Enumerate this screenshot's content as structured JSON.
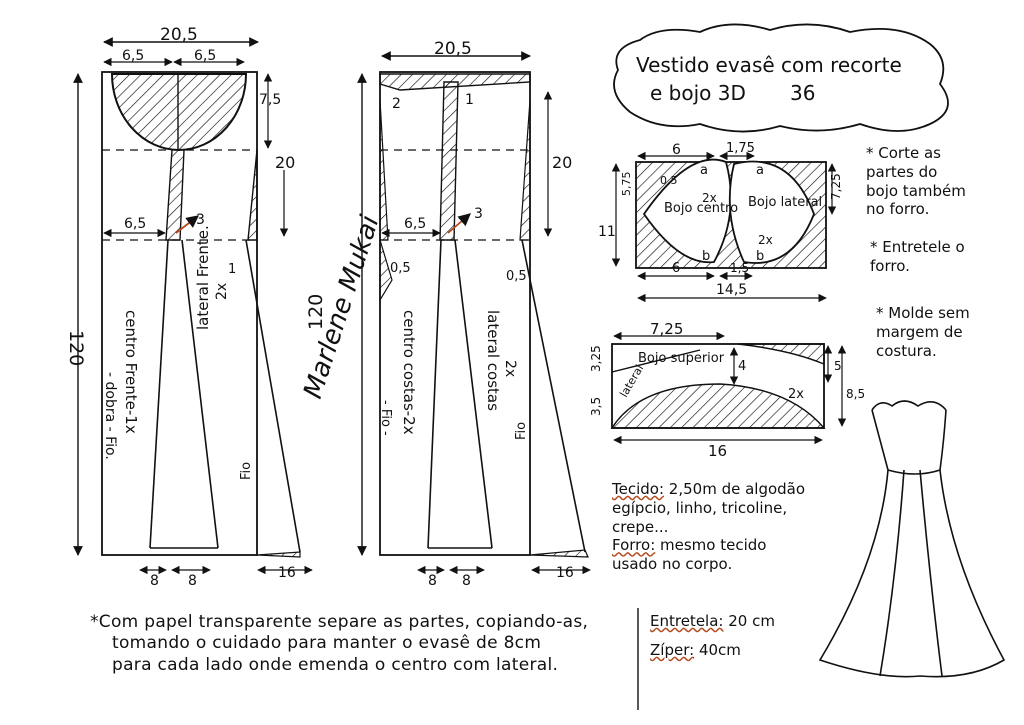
{
  "title": {
    "line1": "Vestido evasê com recorte",
    "line2": "e bojo 3D",
    "number": "36"
  },
  "front_pattern": {
    "width_total": "20,5",
    "width_left": "6,5",
    "width_right": "6,5",
    "waist_width": "6,5",
    "bust_depth": "7,5",
    "waist_drop": "20",
    "height": "120",
    "center_label": "centro Frente-1x",
    "center_fold": "- dobra - Fio.",
    "lateral_label": "lateral Frente.",
    "lateral_count": "2x",
    "grain": "Fio",
    "hem_left": "8",
    "hem_right": "8",
    "hem_side": "16",
    "mark_1": "1",
    "mark_3": "3",
    "signature": "Marlene Mukai"
  },
  "back_pattern": {
    "width_total": "20,5",
    "waist_width": "6,5",
    "waist_drop": "20",
    "height": "120",
    "center_label": "centro costas-2x",
    "center_grain": "- Fio -",
    "lateral_label": "lateral costas",
    "lateral_count": "2x",
    "grain": "Fio",
    "dart_left": "0,5",
    "dart_right": "0,5",
    "hem_left": "8",
    "hem_right": "8",
    "hem_side": "16",
    "mark_1": "1",
    "mark_2": "2",
    "mark_3": "3"
  },
  "cup_pattern": {
    "top_left": "6",
    "top_right": "1,75",
    "left_height_a": "5,75",
    "right_height": "7,25",
    "full_height": "11",
    "bottom_left": "6",
    "bottom_right": "1,5",
    "total_width": "14,5",
    "seam_a": "0,5",
    "center_label": "Bojo centro",
    "center_count": "2x",
    "lateral_label": "Bojo lateral",
    "lateral_count": "2x",
    "letter_a": "a",
    "letter_b": "b"
  },
  "upper_cup": {
    "top_width": "7,25",
    "left_top": "3,25",
    "left_bottom": "3,5",
    "right_a": "5",
    "right_b": "8,5",
    "mid": "4",
    "label": "Bojo superior",
    "count": "2x",
    "side": "lateral",
    "bottom_width": "16"
  },
  "notes": {
    "cut": [
      "Corte as",
      "partes do",
      "bojo também",
      "no forro."
    ],
    "interfacing": [
      "Entretele o",
      "forro."
    ],
    "seam": [
      "Molde sem",
      "margem de",
      "costura."
    ]
  },
  "materials": {
    "fabric_label": "Tecido:",
    "fabric_value": "2,50m de algodão",
    "fabric_more1": "egípcio, linho, tricoline,",
    "fabric_more2": "crepe...",
    "lining_label": "Forro:",
    "lining_value": "mesmo tecido",
    "lining_more": "usado no corpo.",
    "interface_label": "Entretela:",
    "interface_value": "20 cm",
    "zipper_label": "Zíper:",
    "zipper_value": "40cm"
  },
  "instructions": {
    "line1": "*Com papel transparente separe as partes, copiando-as,",
    "line2": "tomando o cuidado para manter o evasê de 8cm",
    "line3": "para cada lado onde emenda o centro com lateral."
  }
}
